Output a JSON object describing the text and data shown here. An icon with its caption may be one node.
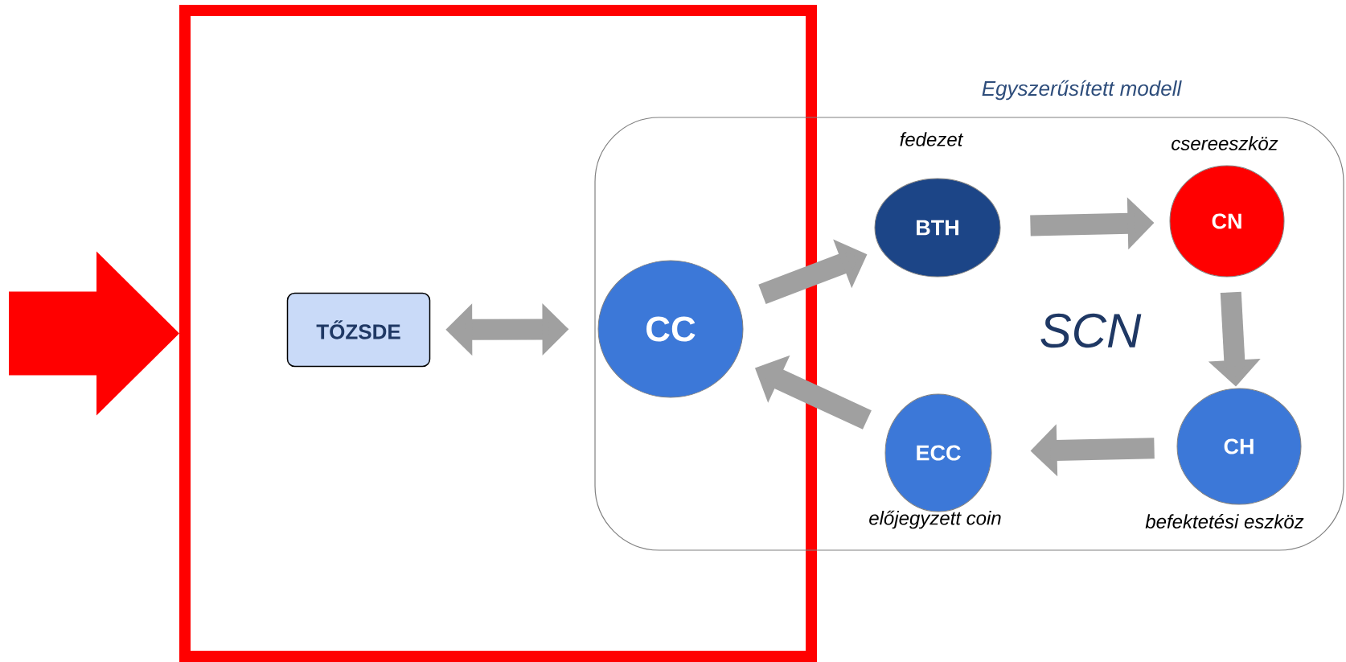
{
  "diagram": {
    "nodes": [
      {
        "text": [],
        "shape": "box"
      },
      {
        "text": [
          "TŐZSDE"
        ],
        "in": 0
      },
      {
        "text": [
          "Egyszerűsített modell",
          "SCN"
        ]
      },
      {
        "text": [
          "CC"
        ]
      },
      {
        "text": [
          "BTH"
        ],
        "in": 2,
        "beside": [
          "fedezet"
        ]
      },
      {
        "text": [
          "CN"
        ],
        "in": 2,
        "beside": [
          "csereeszköz"
        ]
      },
      {
        "text": [
          "CH"
        ],
        "in": 2,
        "beside": [
          "befektetési eszköz"
        ]
      },
      {
        "text": [
          "ECC"
        ],
        "in": 2,
        "beside": [
          "előjegyzett coin"
        ]
      }
    ],
    "edges": [
      {
        "from": null,
        "to": 0,
        "arrow": "to",
        "style": "thick",
        "color": "#ff0000"
      },
      {
        "from": 1,
        "to": 3,
        "arrow": "both"
      },
      {
        "from": 3,
        "to": 4,
        "arrow": "to"
      },
      {
        "from": 4,
        "to": 5,
        "arrow": "to"
      },
      {
        "from": 5,
        "to": 6,
        "arrow": "to"
      },
      {
        "from": 6,
        "to": 7,
        "arrow": "to"
      },
      {
        "from": 7,
        "to": 3,
        "arrow": "to"
      }
    ]
  }
}
